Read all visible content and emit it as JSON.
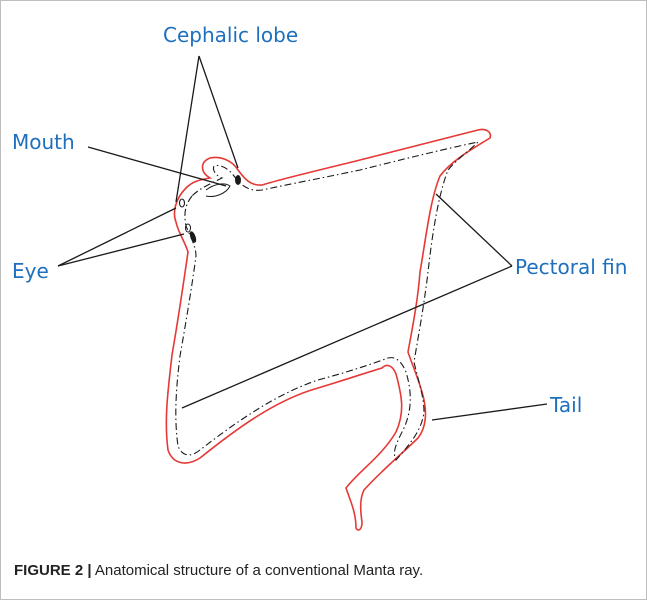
{
  "labels": {
    "cephalic_lobe": "Cephalic lobe",
    "mouth": "Mouth",
    "eye": "Eye",
    "pectoral_fin": "Pectoral fin",
    "tail": "Tail"
  },
  "caption": {
    "figure_number": "FIGURE 2 |",
    "text": "Anatomical structure of a conventional Manta ray."
  },
  "colors": {
    "label": "#1f6fbf",
    "outline": "#e53935",
    "inner_line": "#1a1a1a",
    "leader": "#1a1a1a"
  }
}
